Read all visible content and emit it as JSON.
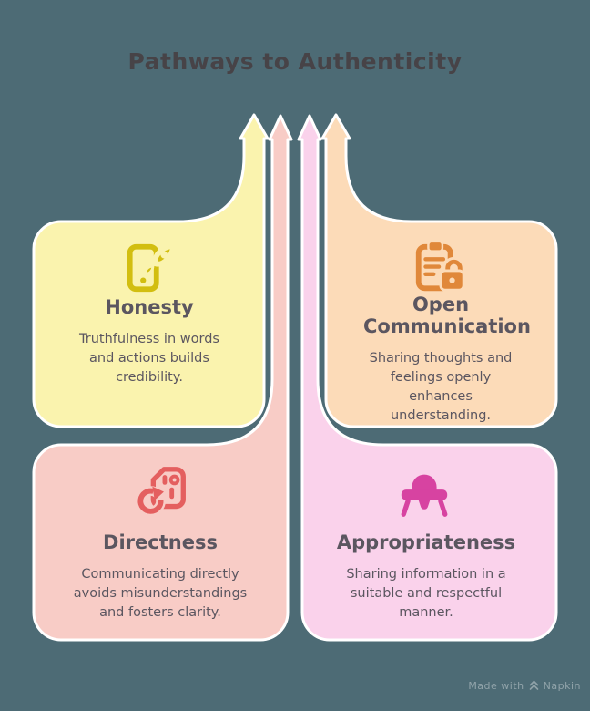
{
  "title": "Pathways to Authenticity",
  "colors": {
    "background": "#4d6b75",
    "outline": "#ffffff",
    "title_color": "#474347",
    "text_color": "#5b5660"
  },
  "cards": [
    {
      "id": "honesty",
      "title": "Honesty",
      "body": "Truthfulness in words and actions builds credibility.",
      "fill": "#faf3ae",
      "icon": "phone-rocket-icon",
      "icon_color": "#d2be10"
    },
    {
      "id": "open-communication",
      "title": "Open Communication",
      "body": "Sharing thoughts and feelings openly enhances understanding.",
      "fill": "#fcdbb8",
      "icon": "clipboard-lock-icon",
      "icon_color": "#e0883a"
    },
    {
      "id": "directness",
      "title": "Directness",
      "body": "Communicating directly avoids misunderstandings and fosters clarity.",
      "fill": "#f8ccc6",
      "icon": "device-refresh-icon",
      "icon_color": "#e45f5f"
    },
    {
      "id": "appropriateness",
      "title": "Appropriateness",
      "body": "Sharing information in a suitable and respectful manner.",
      "fill": "#fad2eb",
      "icon": "high-chair-icon",
      "icon_color": "#d743a1"
    }
  ],
  "watermark": {
    "prefix": "Made with",
    "brand": "Napkin"
  }
}
